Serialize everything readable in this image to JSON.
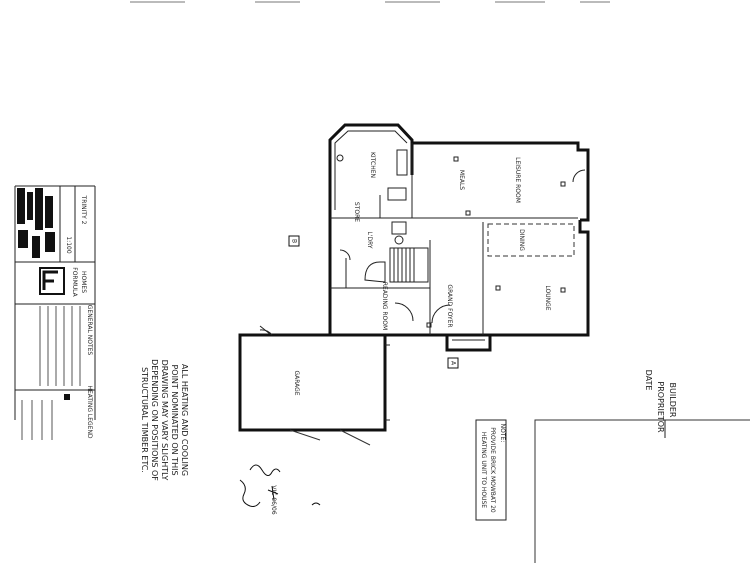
{
  "rooms": {
    "kitchen": "KITCHEN",
    "meals": "MEALS",
    "leisure": "LEISURE ROOM",
    "store": "STORE",
    "ldry": "L'DRY",
    "dining": "DINING",
    "lounge": "LOUNGE",
    "reading": "READING ROOM",
    "foyer": "GRAND FOYER",
    "garage": "GARAGE"
  },
  "notes": {
    "general_title": "GENERAL NOTES",
    "heating_title": "HEATING LEGEND",
    "ducting": [
      "ALL HEATING AND COOLING",
      "POINT NOMINATED ON THIS",
      "DRAWING MAY VARY SLIGHTLY",
      "DEPENDING ON POSITIONS OF",
      "STRUCTURAL TIMBER ETC."
    ],
    "boxed_title": "NOTE:",
    "boxed": [
      "PROVIDE BRICK MOWBAT 20",
      "HEATING UNIT TO HOUSE"
    ]
  },
  "signoff": [
    "BUILDER",
    "PROPRIETOR",
    "DATE"
  ],
  "title_block": {
    "brand": "FORMULA",
    "brand_sub": "HOMES",
    "house_type": "TRINITY 2",
    "scale": "1:100"
  },
  "markers": {
    "section_a": "A",
    "section_b": "B"
  },
  "handwriting": [
    "VIC 06/06"
  ]
}
